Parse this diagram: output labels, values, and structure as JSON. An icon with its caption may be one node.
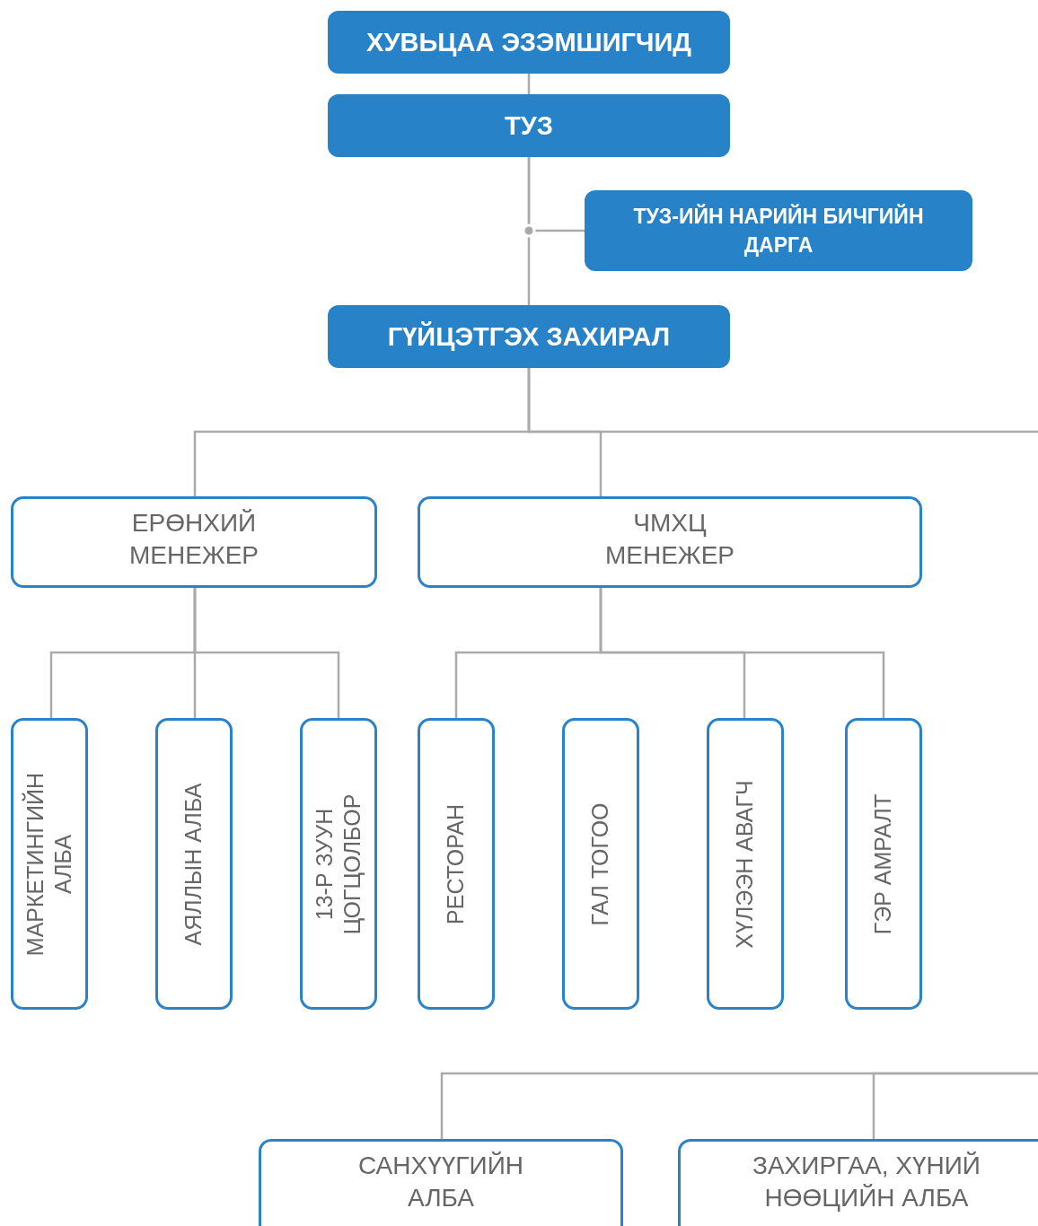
{
  "diagram": {
    "nodes": [
      {
        "text": [
          "ХУВЬЦАА ЭЗЭМШИГЧИД"
        ]
      },
      {
        "text": [
          "ТУЗ"
        ]
      },
      {
        "text": [
          "ТУЗ-ИЙН НАРИЙН БИЧГИЙН ДАРГА"
        ]
      },
      {
        "text": [
          "ГҮЙЦЭТГЭХ ЗАХИРАЛ"
        ]
      },
      {
        "text": [
          "ЕРӨНХИЙ МЕНЕЖЕР"
        ]
      },
      {
        "text": [
          "ЧМХЦ МЕНЕЖЕР"
        ]
      },
      {
        "text": [
          "МАРКЕТИНГИЙН АЛБА"
        ]
      },
      {
        "text": [
          "АЯЛЛЫН АЛБА"
        ]
      },
      {
        "text": [
          "13-Р ЗУУН ЦОГЦОЛБОР"
        ]
      },
      {
        "text": [
          "РЕСТОРАН"
        ]
      },
      {
        "text": [
          "ГАЛ ТОГОО"
        ]
      },
      {
        "text": [
          "ХҮЛЭЭН АВАГЧ"
        ]
      },
      {
        "text": [
          "ГЭР АМРАЛТ"
        ]
      },
      {
        "text": [
          "САНХҮҮГИЙН АЛБА"
        ]
      },
      {
        "text": [
          "ЗАХИРГАА, ХҮНИЙ НӨӨЦИЙН АЛБА"
        ]
      }
    ],
    "edges": [
      {
        "from": 0,
        "to": 1,
        "arrow": "none"
      },
      {
        "from": 1,
        "to": 3,
        "arrow": "none"
      },
      {
        "from": 1,
        "to": 2,
        "arrow": "none"
      },
      {
        "from": 3,
        "to": 4,
        "arrow": "none"
      },
      {
        "from": 3,
        "to": 5,
        "arrow": "none"
      },
      {
        "from": 3,
        "to": null,
        "arrow": "none"
      },
      {
        "from": 4,
        "to": 6,
        "arrow": "none"
      },
      {
        "from": 4,
        "to": 7,
        "arrow": "none"
      },
      {
        "from": 4,
        "to": 8,
        "arrow": "none"
      },
      {
        "from": 5,
        "to": 9,
        "arrow": "none"
      },
      {
        "from": 5,
        "to": 11,
        "arrow": "none"
      },
      {
        "from": 5,
        "to": 12,
        "arrow": "none"
      },
      {
        "from": null,
        "to": 13,
        "arrow": "none"
      },
      {
        "from": null,
        "to": 14,
        "arrow": "none"
      }
    ]
  }
}
